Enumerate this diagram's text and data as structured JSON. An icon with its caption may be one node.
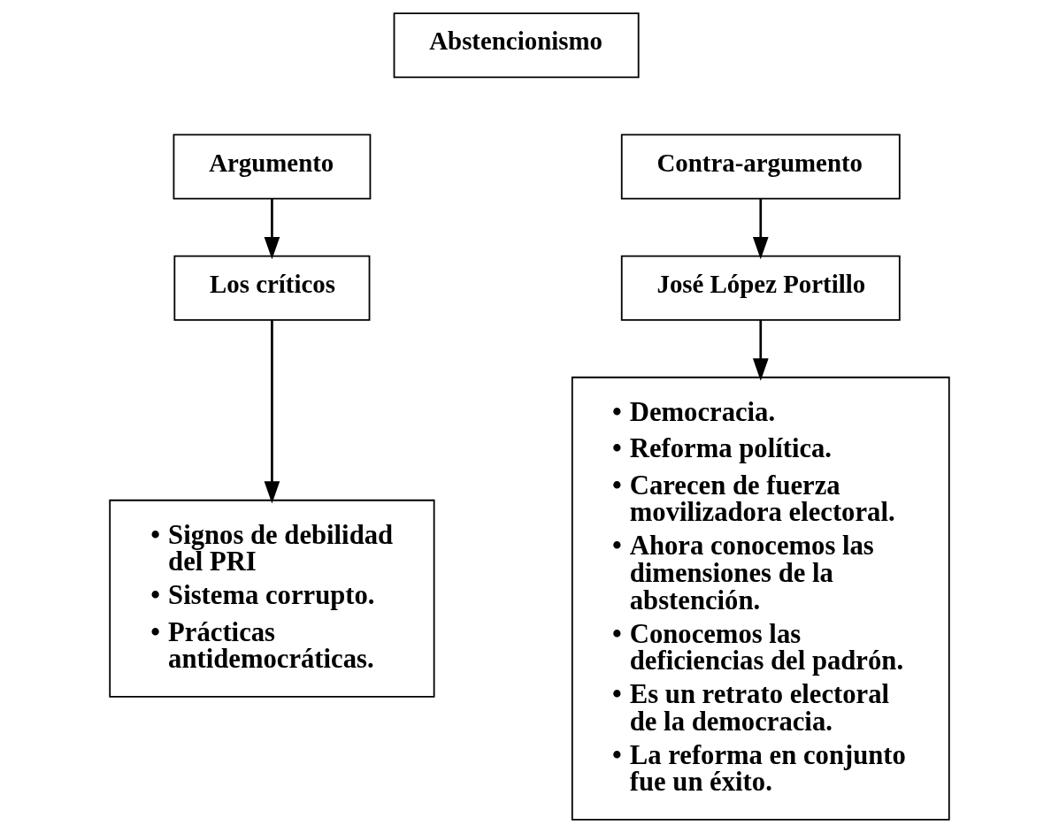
{
  "diagram": {
    "nodes": [
      {
        "text": [
          "Abstencionismo"
        ]
      },
      {
        "text": [
          "Argumento"
        ]
      },
      {
        "text": [
          "Contra-argumento"
        ]
      },
      {
        "text": [
          "Los críticos"
        ]
      },
      {
        "text": [
          "José López Portillo"
        ]
      },
      {
        "text": [
          "• Signos de debilidad del PRI",
          "• Sistema corrupto.",
          "• Prácticas antidemocráticas."
        ]
      },
      {
        "text": [
          "• Democracia.",
          "• Reforma política.",
          "• Carecen de fuerza movilizadora electoral.",
          "• Ahora conocemos las dimensiones de la abstención.",
          "• Conocemos las deficiencias del padrón.",
          "• Es un retrato electoral de la democracia.",
          "• La reforma en conjunto fue un éxito."
        ]
      }
    ],
    "edges": [
      {
        "from": 1,
        "to": 3,
        "arrow": "to"
      },
      {
        "from": 3,
        "to": 5,
        "arrow": "to"
      },
      {
        "from": 2,
        "to": 4,
        "arrow": "to"
      },
      {
        "from": 4,
        "to": 6,
        "arrow": "to"
      }
    ]
  }
}
